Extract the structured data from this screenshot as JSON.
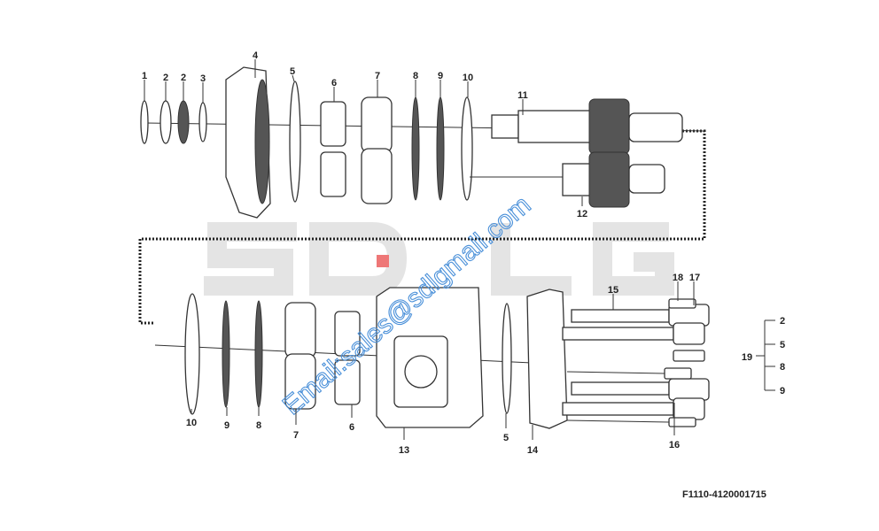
{
  "watermark": {
    "brand": "SDLG",
    "email": "Email:sales@sdlgmall.com"
  },
  "drawing_code": "F1110-4120001715",
  "top_row_labels": [
    "1",
    "2",
    "2",
    "3",
    "4",
    "5",
    "6",
    "7",
    "8",
    "9",
    "10",
    "11",
    "12"
  ],
  "bottom_row_labels": [
    "10",
    "9",
    "8",
    "7",
    "6",
    "13",
    "5",
    "14",
    "15",
    "18",
    "17",
    "16"
  ],
  "kit": {
    "label": "19",
    "items": [
      "2",
      "5",
      "8",
      "9"
    ]
  }
}
